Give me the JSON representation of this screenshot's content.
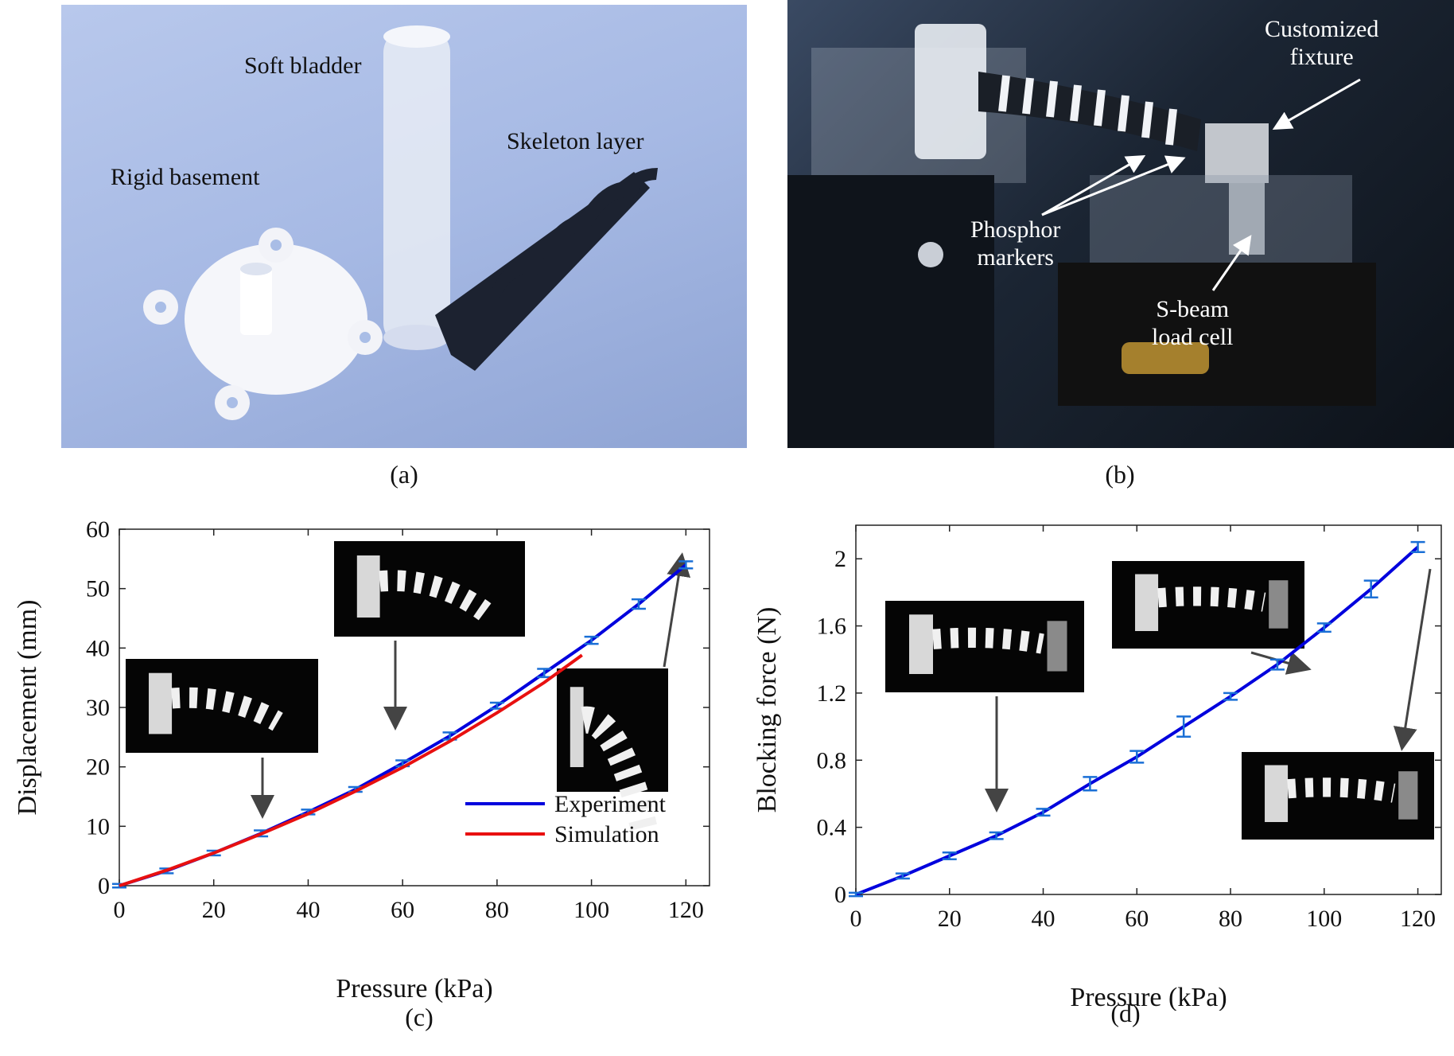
{
  "figure": {
    "panels": {
      "a": {
        "caption": "(a)",
        "labels": {
          "soft_bladder": "Soft bladder",
          "skeleton_layer": "Skeleton layer",
          "rigid_basement": "Rigid basement"
        }
      },
      "b": {
        "caption": "(b)",
        "labels": {
          "fixture_line1": "Customized",
          "fixture_line2": "fixture",
          "markers_line1": "Phosphor",
          "markers_line2": "markers",
          "loadcell_line1": "S-beam",
          "loadcell_line2": "load cell"
        }
      },
      "c": {
        "caption": "(c)"
      },
      "d": {
        "caption": "(d)"
      }
    },
    "colors": {
      "experiment": "#0000dd",
      "simulation": "#e81010",
      "errorbar": "#1a6fd6",
      "photo_a_bg": "#a9bde6",
      "photo_dark": "#1b2533"
    }
  },
  "chart_data": [
    {
      "panel": "c",
      "type": "line",
      "xlabel": "Pressure (kPa)",
      "ylabel": "Displacement (mm)",
      "xlim": [
        0,
        125
      ],
      "ylim": [
        0,
        60
      ],
      "xticks": [
        0,
        20,
        40,
        60,
        80,
        100,
        120
      ],
      "yticks": [
        0,
        10,
        20,
        30,
        40,
        50,
        60
      ],
      "grid": false,
      "legend_position": "bottom-right",
      "series": [
        {
          "name": "Experiment",
          "color": "#0000dd",
          "x": [
            0,
            10,
            20,
            30,
            40,
            50,
            60,
            70,
            80,
            90,
            100,
            110,
            120
          ],
          "y": [
            0,
            2.5,
            5.5,
            8.8,
            12.4,
            16.2,
            20.6,
            25.2,
            30.3,
            35.8,
            41.3,
            47.4,
            54.0
          ],
          "error": [
            0.3,
            0.4,
            0.4,
            0.5,
            0.4,
            0.4,
            0.5,
            0.6,
            0.5,
            0.7,
            0.6,
            0.8,
            0.6
          ]
        },
        {
          "name": "Simulation",
          "color": "#e81010",
          "x": [
            0,
            10,
            20,
            30,
            40,
            50,
            60,
            70,
            80,
            90,
            98
          ],
          "y": [
            0,
            2.6,
            5.5,
            8.7,
            12.1,
            15.9,
            19.9,
            24.3,
            29.1,
            34.2,
            38.8
          ]
        }
      ]
    },
    {
      "panel": "d",
      "type": "line",
      "xlabel": "Pressure (kPa)",
      "ylabel": "Blocking force (N)",
      "xlim": [
        0,
        125
      ],
      "ylim": [
        0,
        2.2
      ],
      "xticks": [
        0,
        20,
        40,
        60,
        80,
        100,
        120
      ],
      "yticks": [
        0,
        0.4,
        0.8,
        1.2,
        1.6,
        2
      ],
      "ytick_labels": [
        "0",
        "0.4",
        "0.8",
        "1.2",
        "1.6",
        "2"
      ],
      "grid": false,
      "series": [
        {
          "name": "Experiment",
          "color": "#0000dd",
          "x": [
            0,
            10,
            20,
            30,
            40,
            50,
            60,
            70,
            80,
            90,
            100,
            110,
            120
          ],
          "y": [
            0,
            0.11,
            0.23,
            0.35,
            0.49,
            0.66,
            0.82,
            1.0,
            1.18,
            1.37,
            1.59,
            1.82,
            2.07
          ],
          "error": [
            0.01,
            0.015,
            0.02,
            0.02,
            0.02,
            0.04,
            0.035,
            0.06,
            0.02,
            0.03,
            0.025,
            0.05,
            0.03
          ]
        }
      ]
    }
  ]
}
